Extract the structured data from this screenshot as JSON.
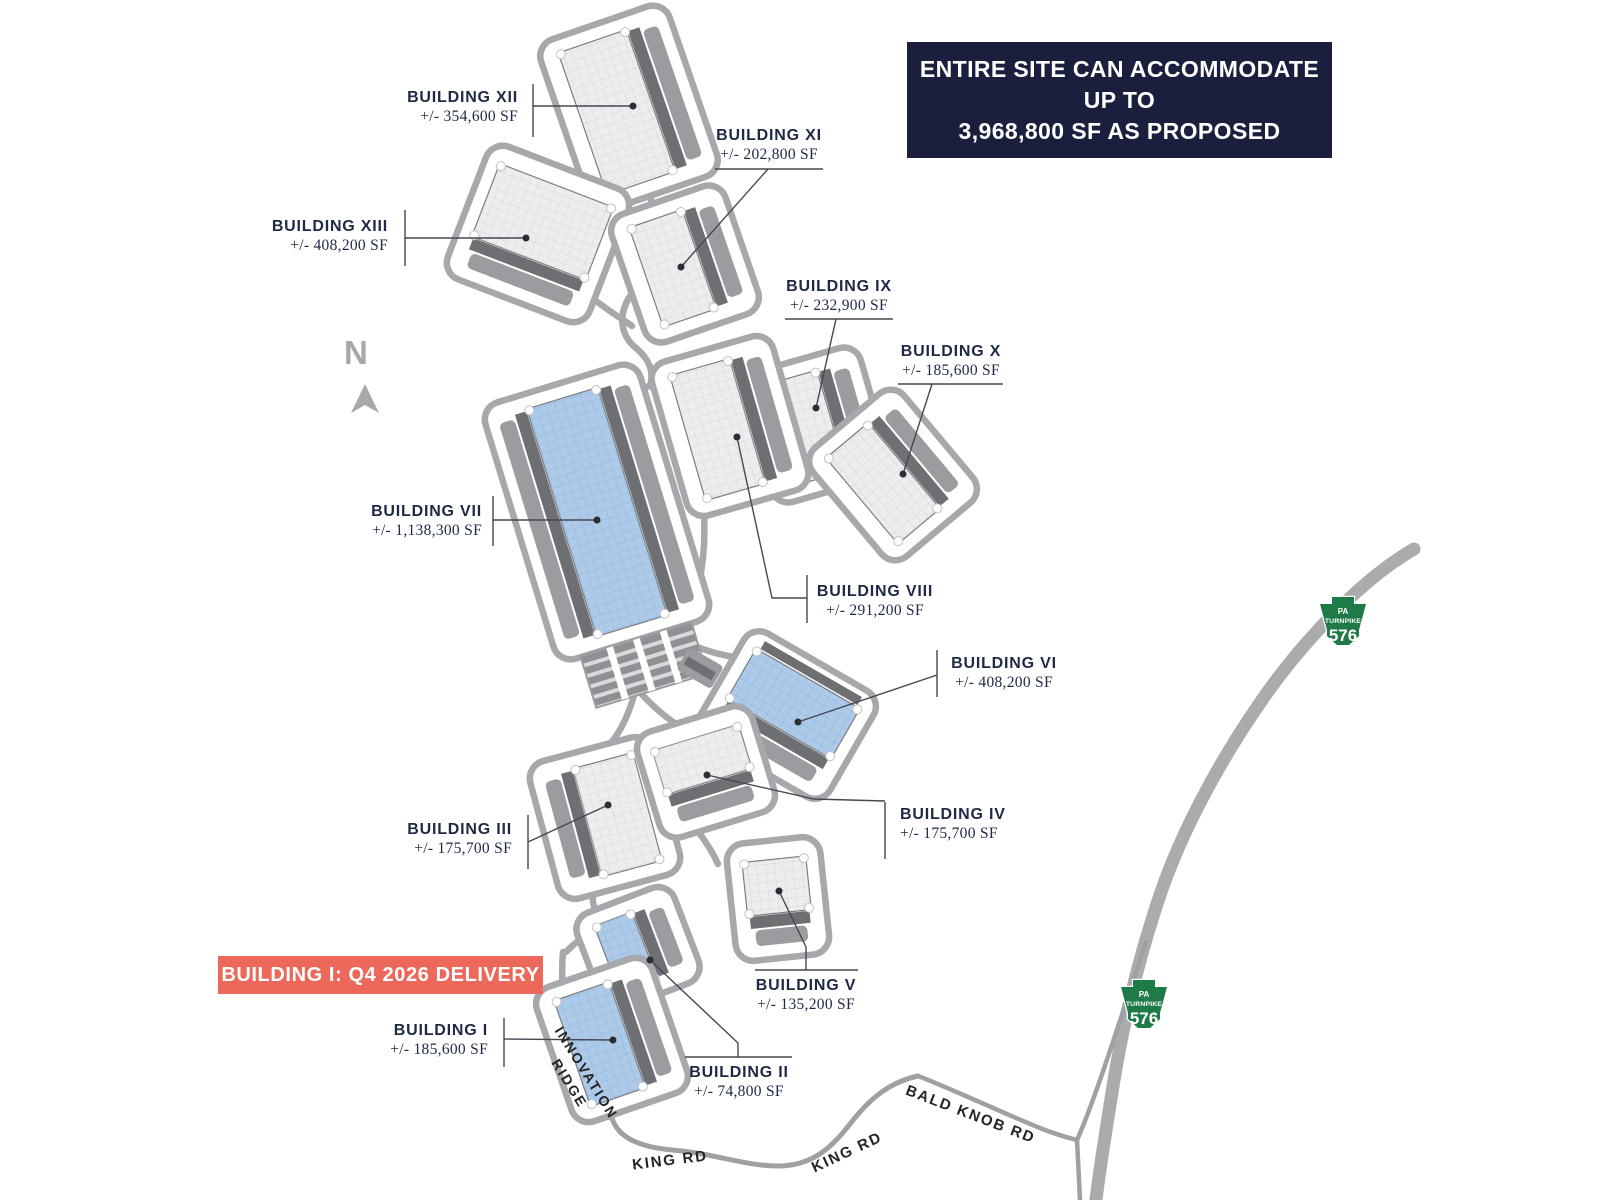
{
  "banner": {
    "lines": [
      "ENTIRE SITE CAN ACCOMMODATE",
      "UP TO",
      "3,968,800 SF AS PROPOSED"
    ]
  },
  "delivery_banner": "BUILDING I:  Q4 2026 DELIVERY",
  "north_label": "N",
  "buildings": [
    {
      "name": "BUILDING I",
      "sf": "+/- 185,600 SF"
    },
    {
      "name": "BUILDING II",
      "sf": "+/- 74,800 SF"
    },
    {
      "name": "BUILDING III",
      "sf": "+/- 175,700 SF"
    },
    {
      "name": "BUILDING IV",
      "sf": "+/- 175,700 SF"
    },
    {
      "name": "BUILDING V",
      "sf": "+/- 135,200 SF"
    },
    {
      "name": "BUILDING VI",
      "sf": "+/- 408,200 SF"
    },
    {
      "name": "BUILDING VII",
      "sf": "+/- 1,138,300 SF"
    },
    {
      "name": "BUILDING VIII",
      "sf": "+/- 291,200 SF"
    },
    {
      "name": "BUILDING IX",
      "sf": "+/- 232,900 SF"
    },
    {
      "name": "BUILDING X",
      "sf": "+/- 185,600 SF"
    },
    {
      "name": "BUILDING XI",
      "sf": "+/- 202,800 SF"
    },
    {
      "name": "BUILDING XII",
      "sf": "+/- 354,600 SF"
    },
    {
      "name": "BUILDING XIII",
      "sf": "+/- 408,200 SF"
    }
  ],
  "roads": {
    "king_rd_a": "KING RD",
    "king_rd_b": "KING RD",
    "bald_knob_rd": "BALD KNOB RD",
    "innovation_ridge": [
      "INNOVATION",
      "RIDGE"
    ]
  },
  "turnpike_shield": {
    "state": "PA",
    "system": "TURNPIKE",
    "route": "576"
  },
  "colors": {
    "navy_banner": "#1a1f3e",
    "salmon_banner": "#ec685a",
    "label_navy": "#1d2945",
    "building_blue": "#adcae9",
    "building_gray": "#ededef",
    "road_gray": "#a7a8ac",
    "shield_green": "#1e7b48"
  }
}
